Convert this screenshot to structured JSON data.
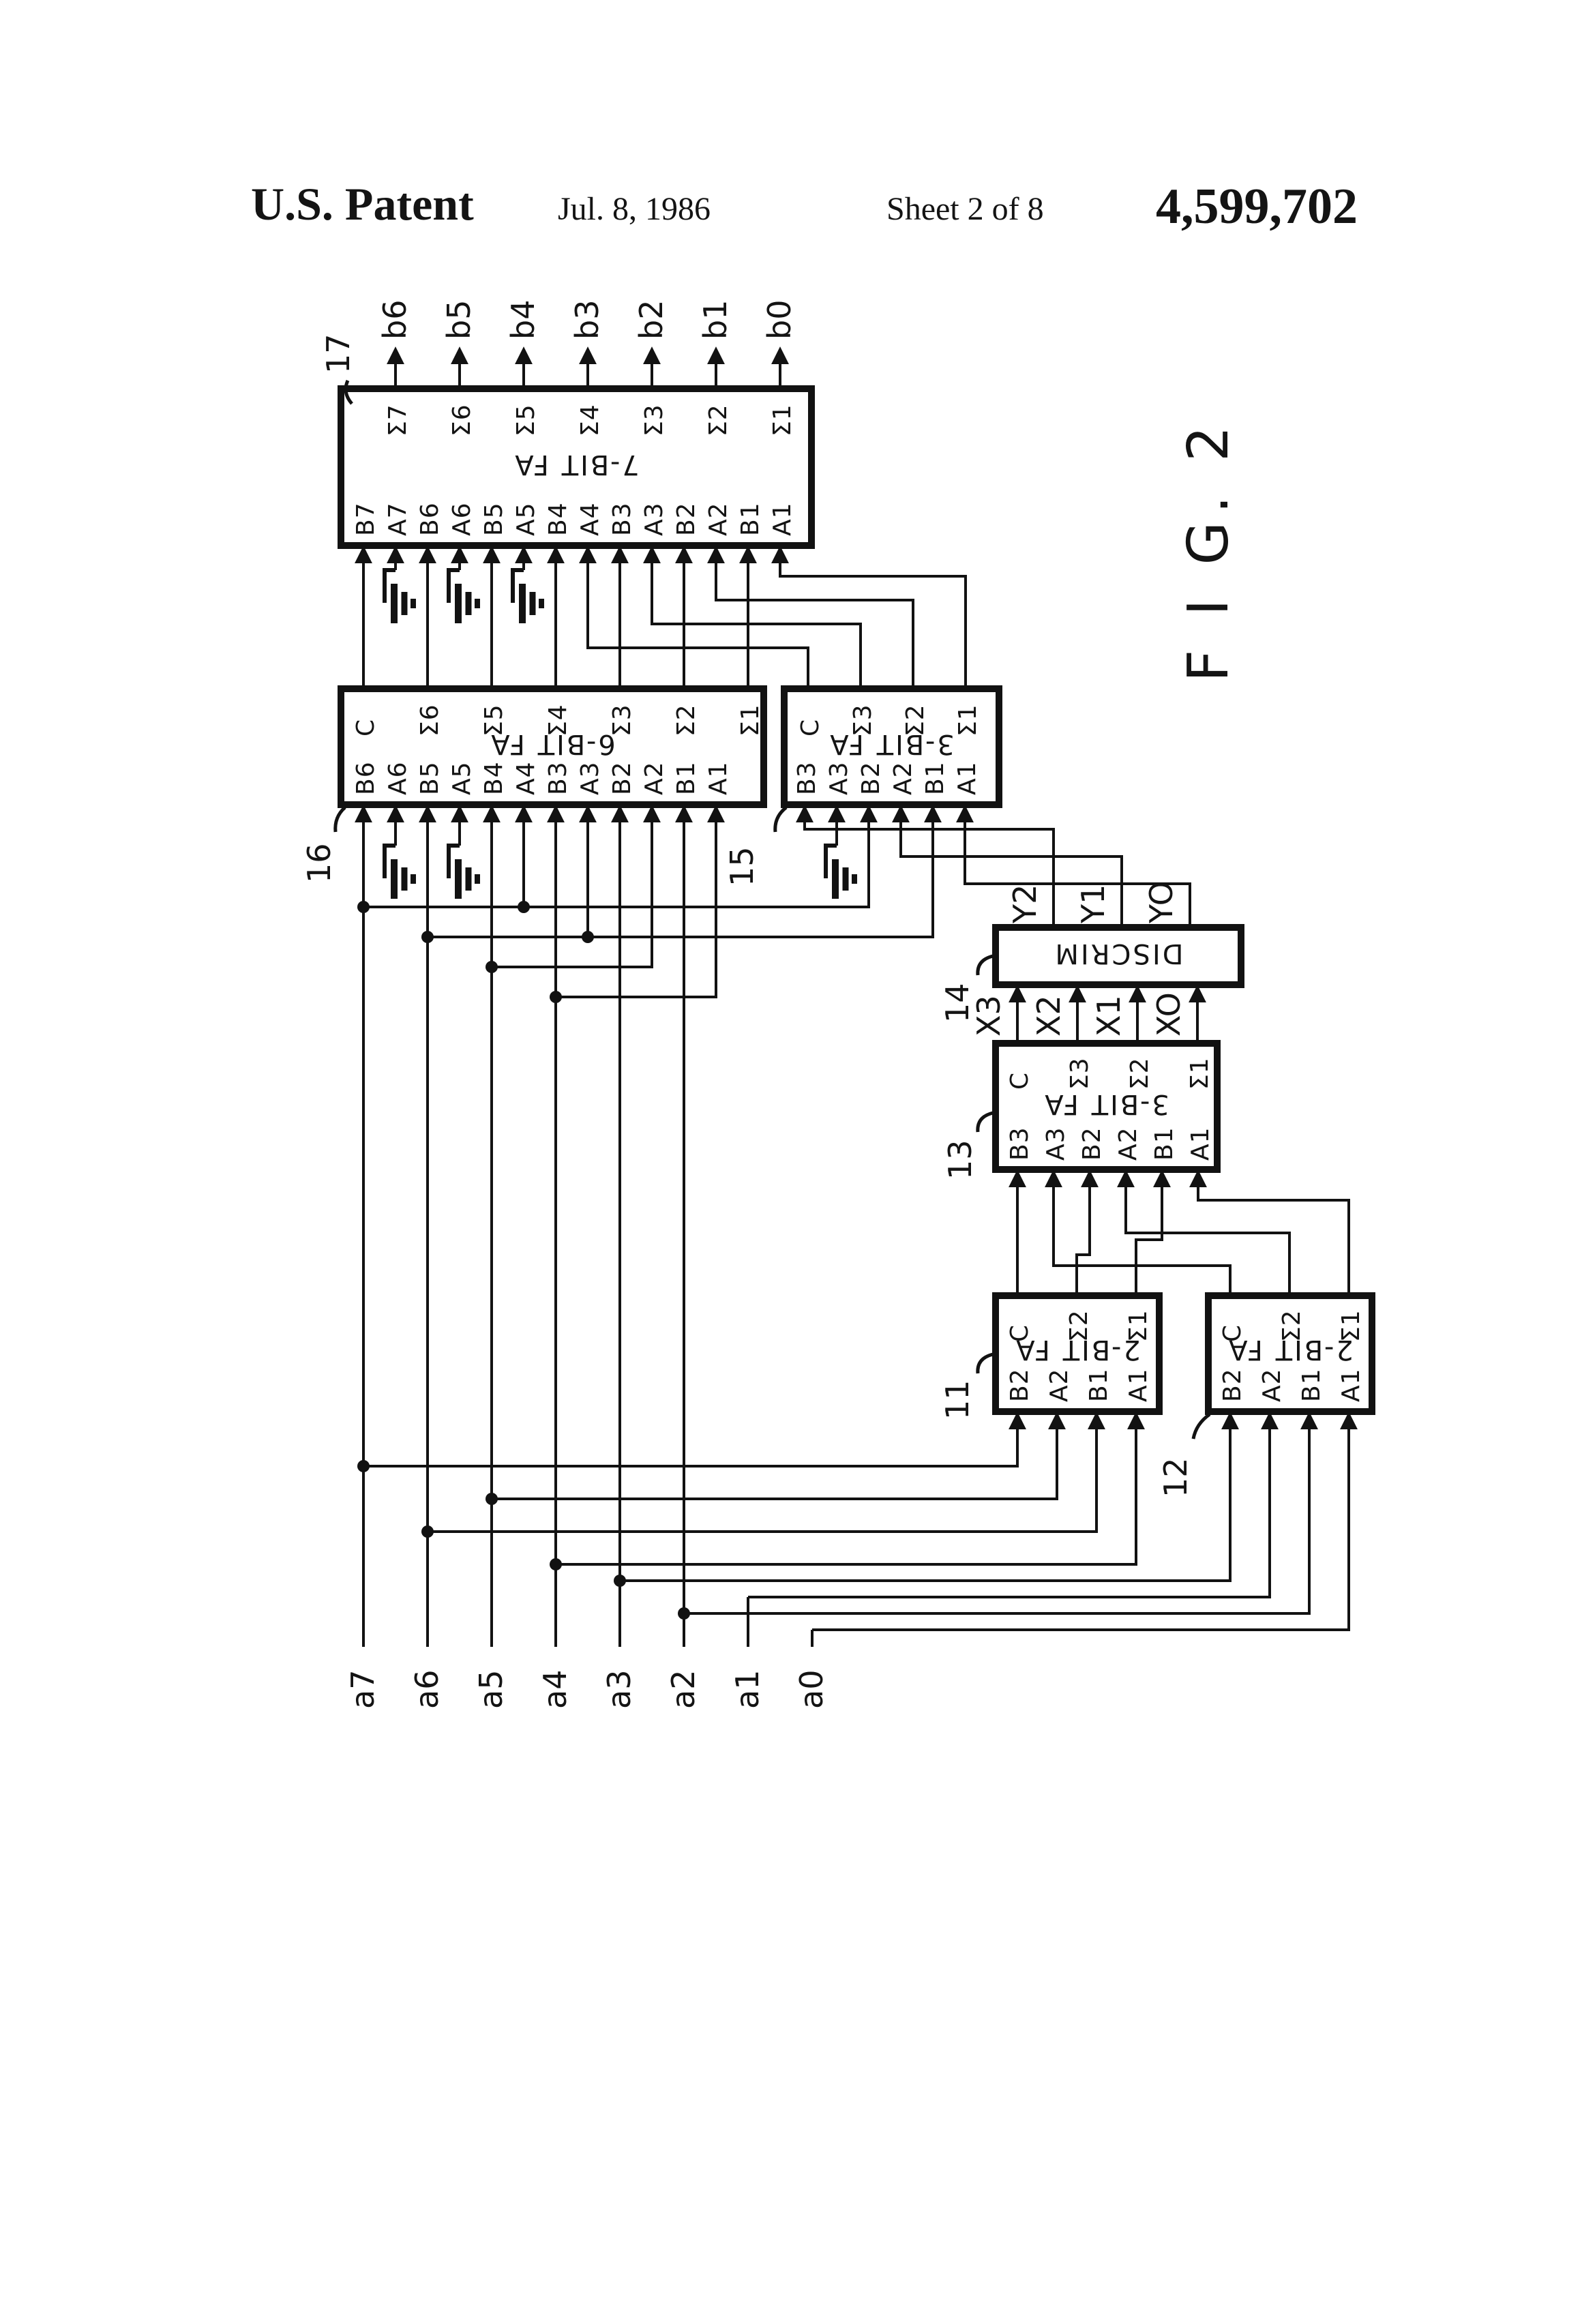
{
  "header": {
    "title": "U.S. Patent",
    "date": "Jul. 8, 1986",
    "sheet": "Sheet 2 of 8",
    "patent_number": "4,599,702"
  },
  "figure_label": "F I G. 2",
  "colors": {
    "ink": "#121212",
    "paper": "#ffffff"
  },
  "outputs": {
    "labels": [
      "b6",
      "b5",
      "b4",
      "b3",
      "b2",
      "b1",
      "b0"
    ]
  },
  "inputs": {
    "labels": [
      "a7",
      "a6",
      "a5",
      "a4",
      "a3",
      "a2",
      "a1",
      "a0"
    ]
  },
  "signals": {
    "x": [
      "X3",
      "X2",
      "X1",
      "XO"
    ],
    "y": [
      "Y2",
      "Y1",
      "YO"
    ]
  },
  "blocks": {
    "b17": {
      "ref": "17",
      "title": "7-BIT FA",
      "top": [
        "Σ7",
        "Σ6",
        "Σ5",
        "Σ4",
        "Σ3",
        "Σ2",
        "Σ1"
      ],
      "bottom": [
        "B7",
        "A7",
        "B6",
        "A6",
        "B5",
        "A5",
        "B4",
        "A4",
        "B3",
        "A3",
        "B2",
        "A2",
        "B1",
        "A1"
      ],
      "grounded": [
        "A7",
        "A6",
        "A5"
      ]
    },
    "b16": {
      "ref": "16",
      "title": "6-BIT FA",
      "top": [
        "C",
        "Σ6",
        "Σ5",
        "Σ4",
        "Σ3",
        "Σ2",
        "Σ1"
      ],
      "bottom": [
        "B6",
        "A6",
        "B5",
        "A5",
        "B4",
        "A4",
        "B3",
        "A3",
        "B2",
        "A2",
        "B1",
        "A1"
      ],
      "grounded": [
        "A6",
        "A5"
      ]
    },
    "b15": {
      "ref": "15",
      "title": "3-BIT FA",
      "top": [
        "C",
        "Σ3",
        "Σ2",
        "Σ1"
      ],
      "bottom": [
        "B3",
        "A3",
        "B2",
        "A2",
        "B1",
        "A1"
      ],
      "grounded": [
        "A3"
      ]
    },
    "b14": {
      "ref": "14",
      "title": "DISCRIM"
    },
    "b13": {
      "ref": "13",
      "title": "3-BIT FA",
      "top": [
        "C",
        "Σ3",
        "Σ2",
        "Σ1"
      ],
      "bottom": [
        "B3",
        "A3",
        "B2",
        "A2",
        "B1",
        "A1"
      ]
    },
    "b11": {
      "ref": "11",
      "title": "2-BIT FA",
      "top": [
        "C",
        "Σ2",
        "Σ1"
      ],
      "bottom": [
        "B2",
        "A2",
        "B1",
        "A1"
      ]
    },
    "b12": {
      "ref": "12",
      "title": "2-BIT FA",
      "top": [
        "C",
        "Σ2",
        "Σ1"
      ],
      "bottom": [
        "B2",
        "A2",
        "B1",
        "A1"
      ]
    }
  }
}
